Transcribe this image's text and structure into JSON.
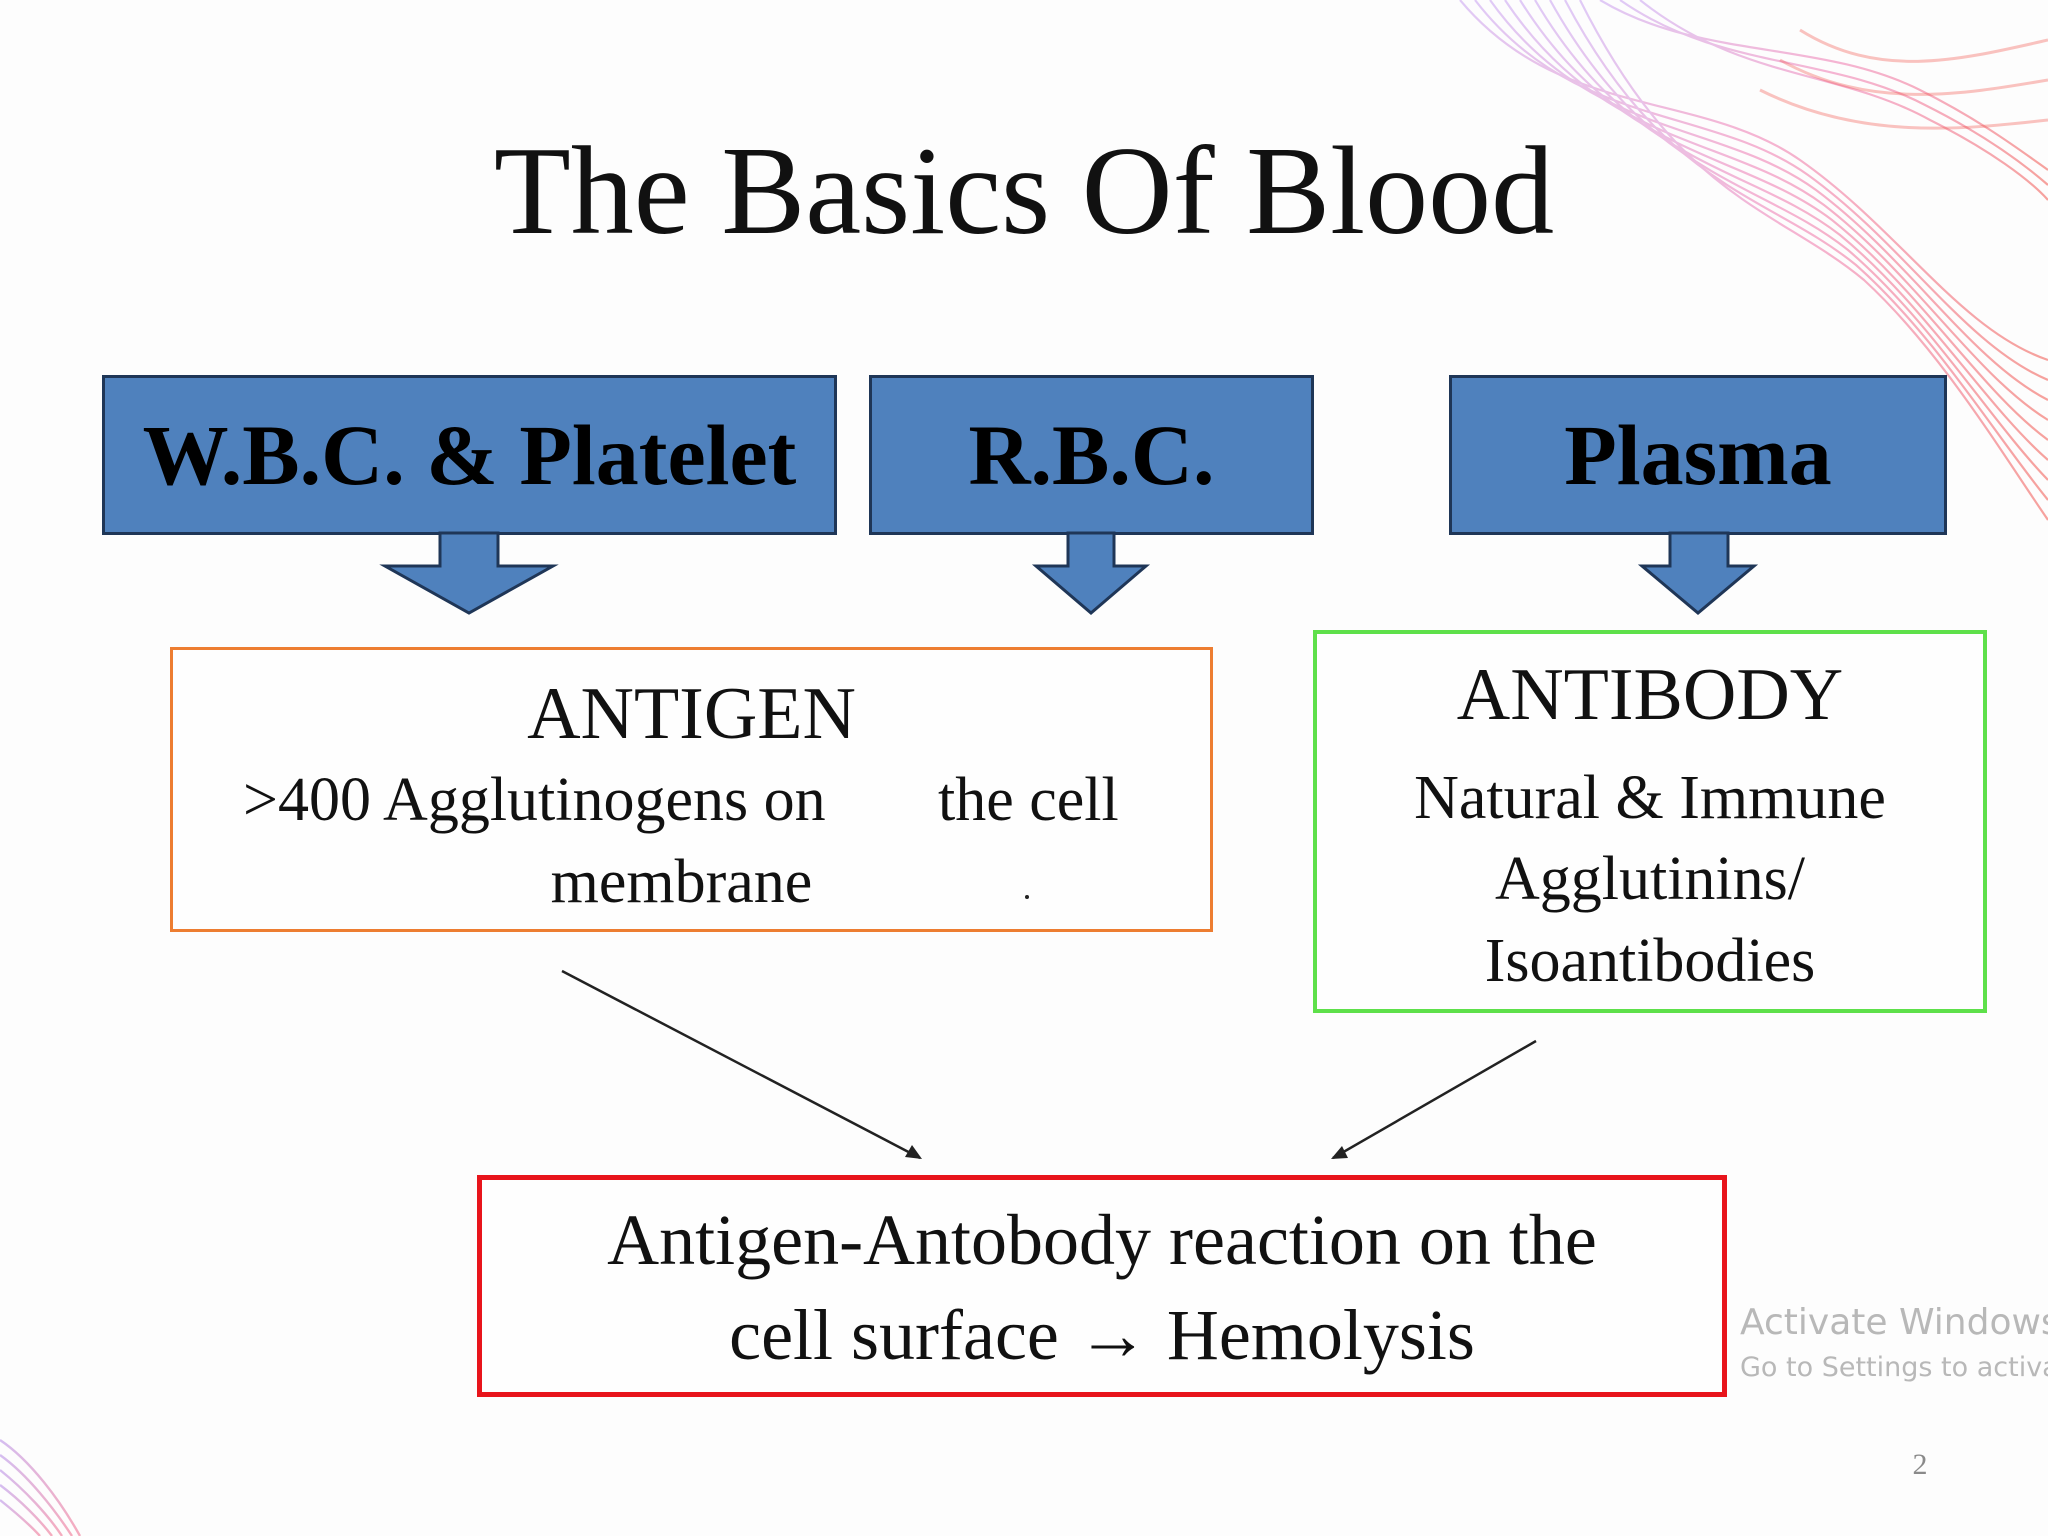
{
  "slide": {
    "title": "The Basics Of Blood",
    "page_number": "2"
  },
  "categories": {
    "wbc": "W.B.C. & Platelet",
    "rbc": "R.B.C.",
    "plasma": "Plasma"
  },
  "antigen": {
    "heading": "ANTIGEN",
    "line1_part1": ">400 Agglutinogens on",
    "line1_part2": "the cell",
    "line2": "membrane"
  },
  "antibody": {
    "heading": "ANTIBODY",
    "line1": "Natural & Immune",
    "line2": "Agglutinins/",
    "line3": "Isoantibodies"
  },
  "reaction": {
    "line1": "Antigen-Antobody reaction on the",
    "line2": "cell surface → Hemolysis"
  },
  "watermark": {
    "line1": "Activate Windows",
    "line2": "Go to Settings to activate Windows."
  },
  "colors": {
    "category_fill": "#4f81bd",
    "antigen_border": "#ed7d31",
    "antibody_border": "#5ee04a",
    "reaction_border": "#e8141b"
  }
}
